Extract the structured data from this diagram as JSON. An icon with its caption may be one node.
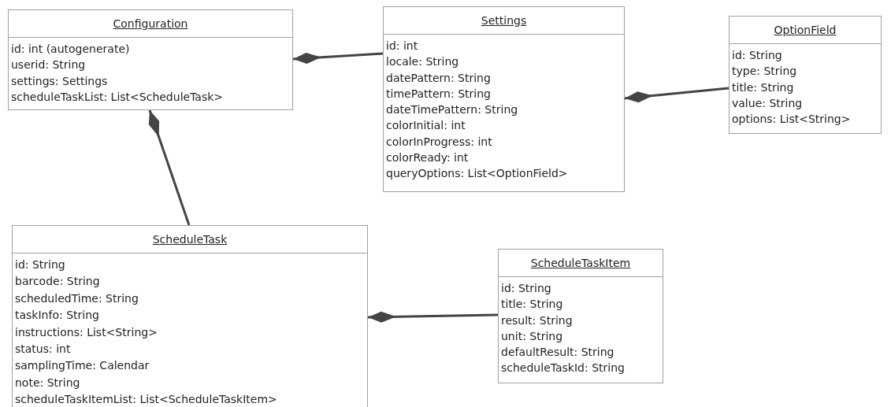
{
  "diagram": {
    "nodes": [
      {
        "text": [
          "Configuration",
          "id: int (autogenerate)",
          "userid: String",
          "settings: Settings",
          "scheduleTaskList: List<ScheduleTask>"
        ]
      },
      {
        "text": [
          "Settings",
          "id: int",
          "locale: String",
          "datePattern: String",
          "timePattern: String",
          "dateTimePattern: String",
          "colorInitial: int",
          "colorInProgress: int",
          "colorReady: int",
          "queryOptions: List<OptionField>"
        ]
      },
      {
        "text": [
          "OptionField",
          "id: String",
          "type: String",
          "title: String",
          "value: String",
          "options: List<String>"
        ]
      },
      {
        "text": [
          "ScheduleTask",
          "id: String",
          "barcode: String",
          "scheduledTime: String",
          "taskInfo: String",
          "instructions: List<String>",
          "status: int",
          "samplingTime: Calendar",
          "note: String",
          "scheduleTaskItemList: List<ScheduleTaskItem>"
        ]
      },
      {
        "text": [
          "ScheduleTaskItem",
          "id: String",
          "title: String",
          "result: String",
          "unit: String",
          "defaultResult: String",
          "scheduleTaskId: String"
        ]
      }
    ],
    "edges": [
      {
        "from": 0,
        "to": 1,
        "arrow": "other"
      },
      {
        "from": 0,
        "to": 3,
        "arrow": "other"
      },
      {
        "from": 1,
        "to": 2,
        "arrow": "other"
      },
      {
        "from": 3,
        "to": 4,
        "arrow": "other"
      }
    ]
  }
}
